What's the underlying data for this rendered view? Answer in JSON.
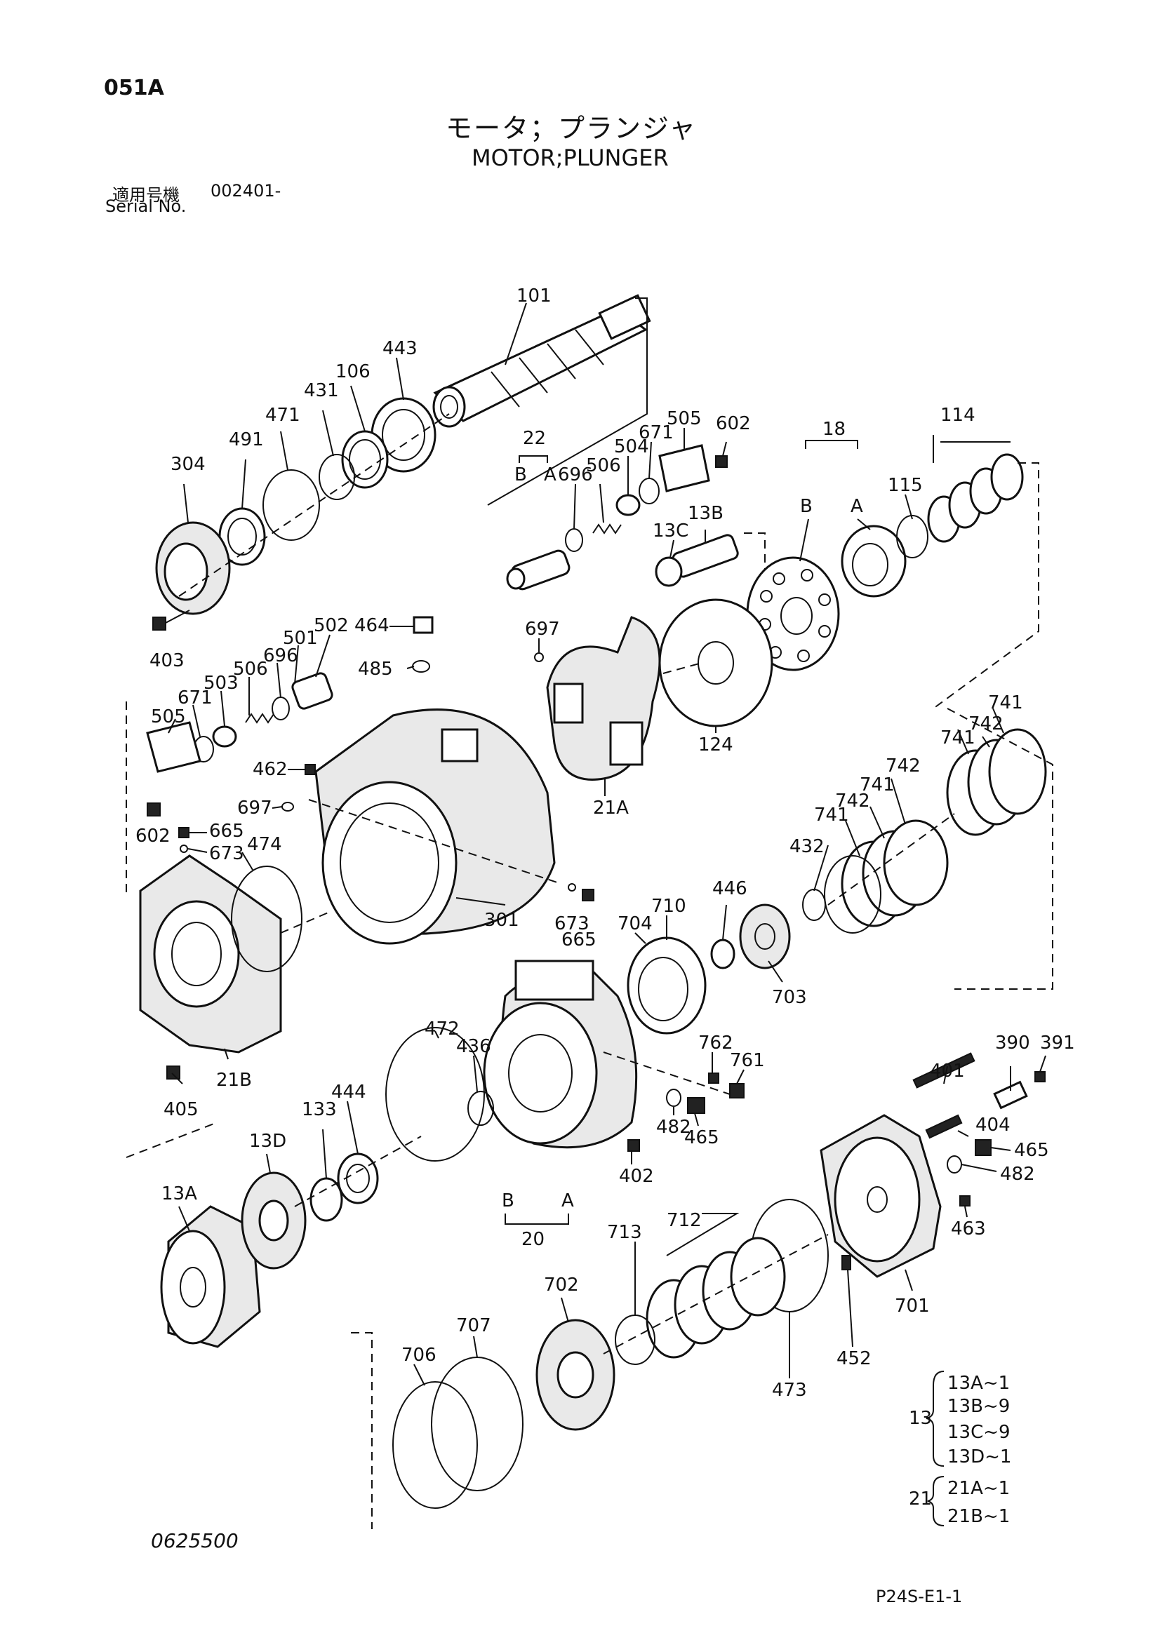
{
  "header": {
    "page_code": "051A",
    "title_jp": "モータ；プランジャ",
    "title_en": "MOTOR;PLUNGER",
    "serial_label_jp": "適用号機",
    "serial_value": "002401-",
    "serial_label_en": "Serial No."
  },
  "footer": {
    "ref_code": "0625500",
    "sheet_code": "P24S-E1-1"
  },
  "callouts": {
    "p101": "101",
    "p443": "443",
    "p106": "106",
    "p431": "431",
    "p471": "471",
    "p491": "491",
    "p304": "304",
    "p403": "403",
    "p22": "22",
    "p22b": "B",
    "p22a": "A",
    "p696a": "696",
    "p506a": "506",
    "p504": "504",
    "p671a": "671",
    "p505a": "505",
    "p602a": "602",
    "p13c": "13C",
    "p13b": "13B",
    "p18": "18",
    "p18b": "B",
    "p18a": "A",
    "p115": "115",
    "p114": "114",
    "p464": "464",
    "p485": "485",
    "p697a": "697",
    "p502": "502",
    "p501": "501",
    "p696b": "696",
    "p506b": "506",
    "p503": "503",
    "p671b": "671",
    "p505b": "505",
    "p462": "462",
    "p697b": "697",
    "p602b": "602",
    "p665a": "665",
    "p673a": "673",
    "p474": "474",
    "p124": "124",
    "p21a": "21A",
    "p741a": "741",
    "p742a": "742",
    "p741b": "741",
    "p742b": "742",
    "p741c": "741",
    "p742c": "742",
    "p741d": "741",
    "p432": "432",
    "p301": "301",
    "p673b": "673",
    "p665b": "665",
    "p704": "704",
    "p710": "710",
    "p446": "446",
    "p703": "703",
    "p472": "472",
    "p436": "436",
    "p762": "762",
    "p761": "761",
    "p482a": "482",
    "p465a": "465",
    "p402": "402",
    "p20": "20",
    "p20b": "B",
    "p20a": "A",
    "p405": "405",
    "p21b": "21B",
    "p133": "133",
    "p444": "444",
    "p13d": "13D",
    "p13a": "13A",
    "p401": "401",
    "p390": "390",
    "p391": "391",
    "p404": "404",
    "p465b": "465",
    "p482b": "482",
    "p463": "463",
    "p701": "701",
    "p452": "452",
    "p713": "713",
    "p712": "712",
    "p702": "702",
    "p707": "707",
    "p706": "706",
    "p473": "473"
  },
  "kits": {
    "k13_label": "13",
    "k13_items": [
      "13A~1",
      "13B~9",
      "13C~9",
      "13D~1"
    ],
    "k21_label": "21",
    "k21_items": [
      "21A~1",
      "21B~1"
    ]
  }
}
